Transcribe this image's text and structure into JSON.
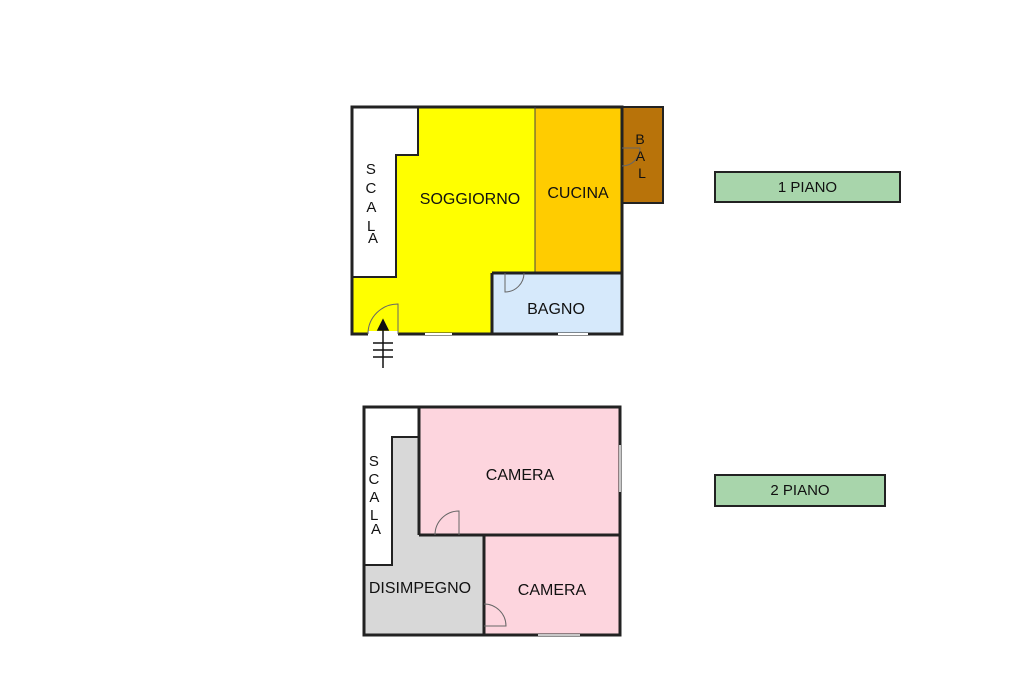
{
  "floor1": {
    "tag": "1 PIANO",
    "rooms": {
      "scala": "SCALA",
      "soggiorno": "SOGGIORNO",
      "cucina": "CUCINA",
      "bal": "BAL",
      "bagno": "BAGNO"
    }
  },
  "floor2": {
    "tag": "2 PIANO",
    "rooms": {
      "scala": "SCALA",
      "camera_top": "CAMERA",
      "camera_bottom": "CAMERA",
      "disimpegno": "DISIMPEGNO"
    }
  },
  "colors": {
    "soggiorno": "#ffff00",
    "cucina": "#ffcc00",
    "balcone": "#b8730a",
    "bagno": "#d6e9fb",
    "camera": "#fdd5de",
    "disimpegno": "#d8d8d8",
    "tag": "#a8d5ab"
  }
}
